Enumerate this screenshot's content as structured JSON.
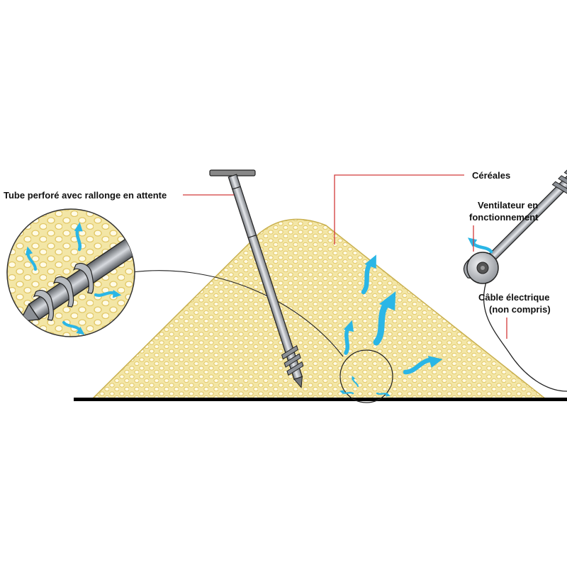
{
  "labels": {
    "tube": "Tube perforé avec rallonge en attente",
    "cereals": "Céréales",
    "fan_line1": "Ventilateur en",
    "fan_line2": "fonctionnement",
    "cable_line1": "Câble électrique",
    "cable_line2": "(non compris)"
  },
  "colors": {
    "grain_fill": "#f3e6a6",
    "grain_bubble": "#e8cf6a",
    "leader_line": "#d23a3a",
    "airflow_arrow": "#2ab6e6",
    "metal": "#b8bcc2",
    "ground": "#000000"
  },
  "icons": {
    "airflow": "airflow-arrow-icon",
    "fan": "fan-icon",
    "auger_tube": "auger-tube-icon"
  }
}
